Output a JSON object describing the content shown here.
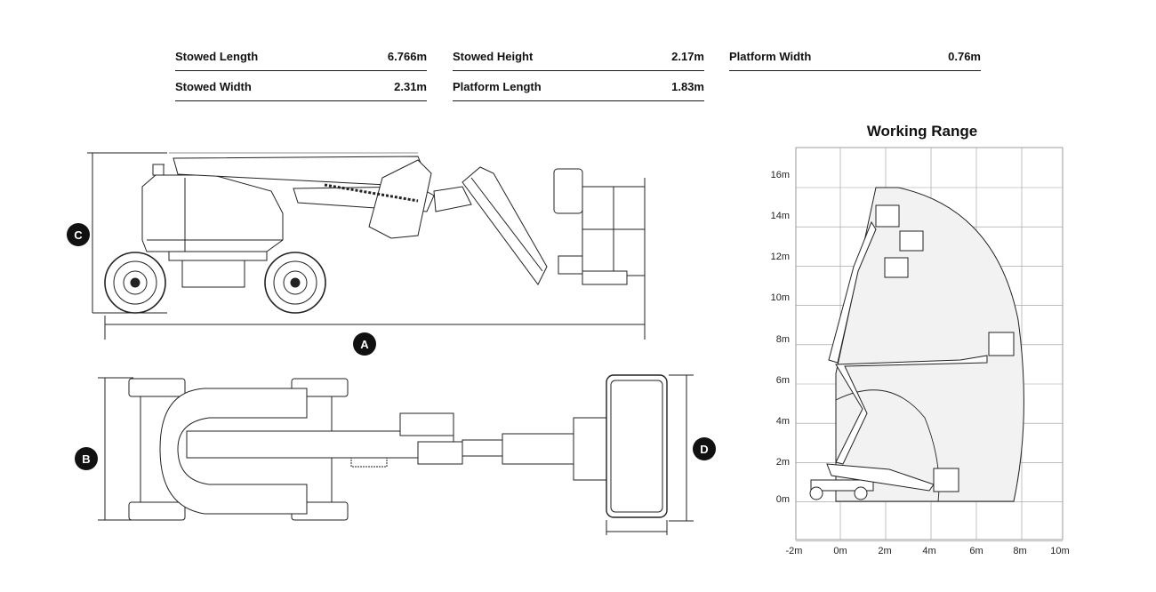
{
  "specs": [
    {
      "label": "Stowed Length",
      "value": "6.766m"
    },
    {
      "label": "Stowed Height",
      "value": "2.17m"
    },
    {
      "label": "Platform Width",
      "value": "0.76m"
    },
    {
      "label": "Stowed Width",
      "value": "2.31m"
    },
    {
      "label": "Platform Length",
      "value": "1.83m"
    }
  ],
  "dimension_markers": [
    "A",
    "B",
    "C",
    "D"
  ],
  "working_range": {
    "title": "Working Range",
    "y_ticks": [
      "16m",
      "14m",
      "12m",
      "10m",
      "8m",
      "6m",
      "4m",
      "2m",
      "0m"
    ],
    "x_ticks": [
      "-2m",
      "0m",
      "2m",
      "4m",
      "6m",
      "8m",
      "10m"
    ]
  }
}
